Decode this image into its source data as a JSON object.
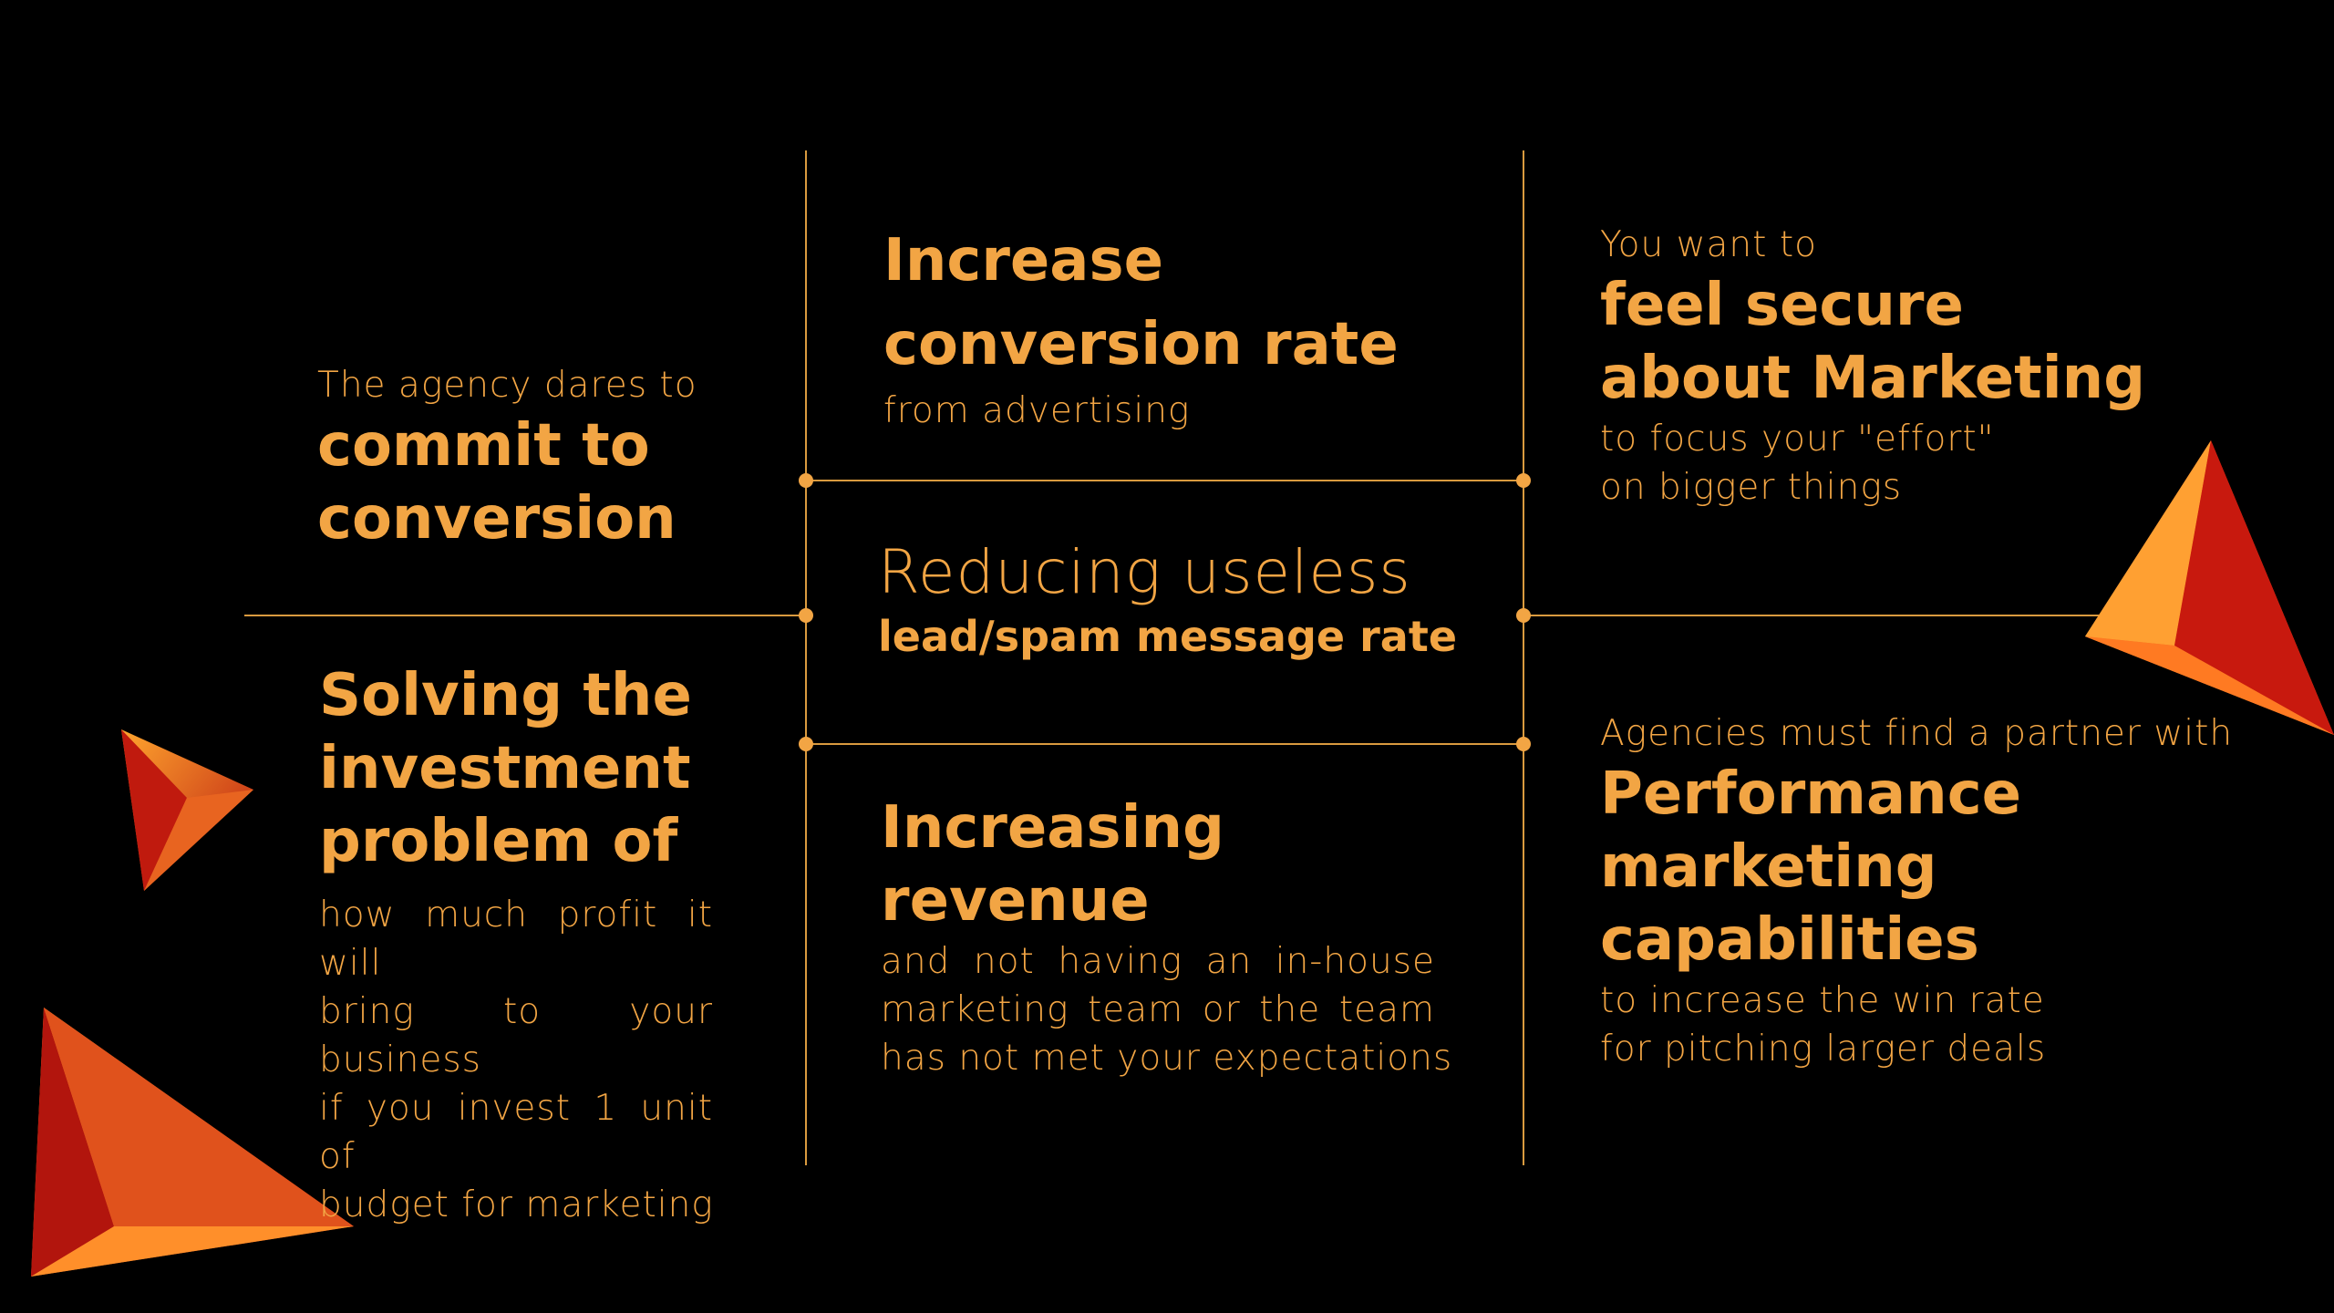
{
  "colors": {
    "background": "#000000",
    "accent": "#f2a544",
    "line": "#d99a3f",
    "shape_dark": "#b8140f",
    "shape_light": "#ffa62e"
  },
  "tl": {
    "pre": "The agency dares to",
    "title": [
      "commit to",
      "conversion"
    ]
  },
  "tm": {
    "title": [
      "Increase",
      "conversion rate"
    ],
    "sub": "from advertising"
  },
  "tr": {
    "pre": "You want to",
    "title": [
      "feel secure",
      "about Marketing"
    ],
    "sub": [
      "to focus your \"effort\"",
      "on bigger things"
    ]
  },
  "center": {
    "light": "Reducing useless",
    "bold": "lead/spam message rate"
  },
  "bl": {
    "title": [
      "Solving the",
      "investment",
      "problem of"
    ],
    "sub": [
      "how much profit it will",
      "bring to your business",
      "if you invest 1 unit of",
      "budget for marketing"
    ]
  },
  "bm": {
    "title": [
      "Increasing",
      "revenue"
    ],
    "sub": [
      "and not having an in-house",
      "marketing team or the team",
      "has not met your expectations"
    ]
  },
  "br": {
    "pre": "Agencies must find a partner with",
    "title": [
      "Performance",
      "marketing",
      "capabilities"
    ],
    "sub": [
      "to increase the win rate",
      "for pitching larger deals"
    ]
  }
}
